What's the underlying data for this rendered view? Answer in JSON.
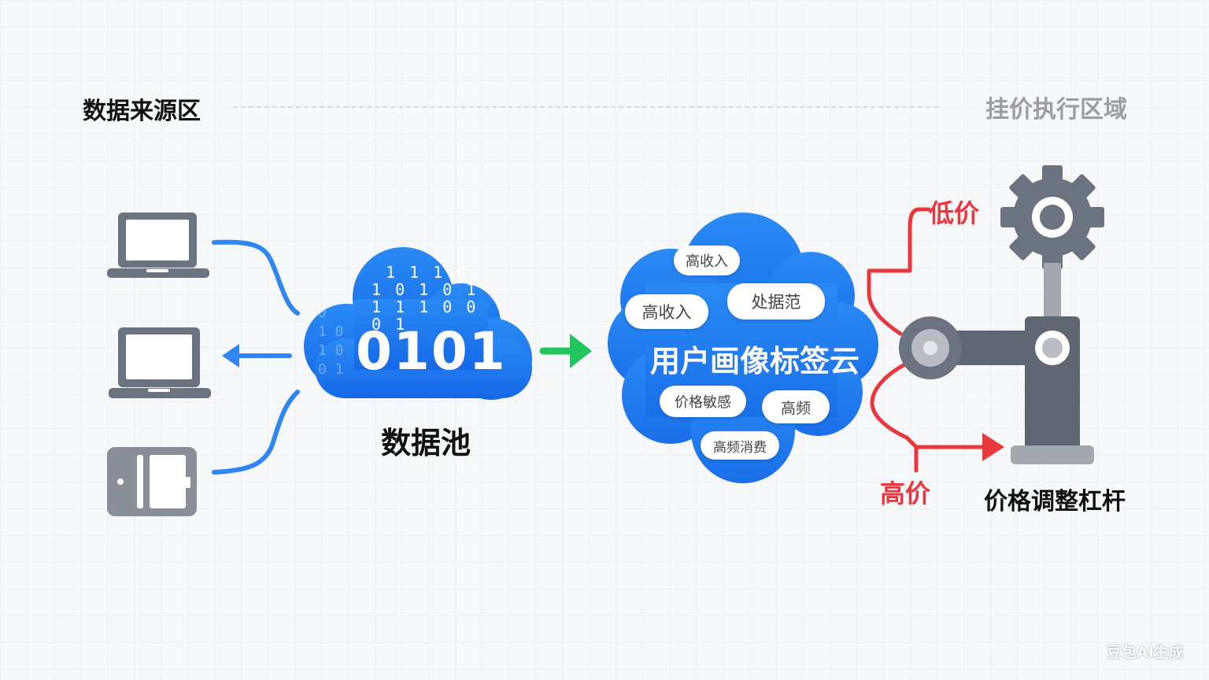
{
  "sections": {
    "left_title": "数据来源区",
    "right_title": "挂价执行区域"
  },
  "data_pool": {
    "big_text": "0101",
    "binary_rows": [
      "1 1 1 0",
      "1 0 1 0 1",
      "1 1 1 0 0",
      "0 1"
    ],
    "faint_digits": "0\n1 0\n1 0\n0 1",
    "label": "数据池"
  },
  "profile_cloud": {
    "title": "用户画像标签云",
    "tags": [
      "高收入",
      "高收入",
      "处据范",
      "价格敏感",
      "高频",
      "高频消费"
    ]
  },
  "pricing": {
    "low_label": "低价",
    "high_label": "高价",
    "lever_label": "价格调整杠杆"
  },
  "colors": {
    "blue": "#1f7bf0",
    "green": "#22c55e",
    "red": "#e8383d",
    "device_gray": "#6b7280"
  },
  "icons": [
    "laptop-icon",
    "laptop-icon",
    "tablet-icon",
    "gear-icon",
    "robot-arm-icon"
  ],
  "watermark": "豆包AI生成"
}
